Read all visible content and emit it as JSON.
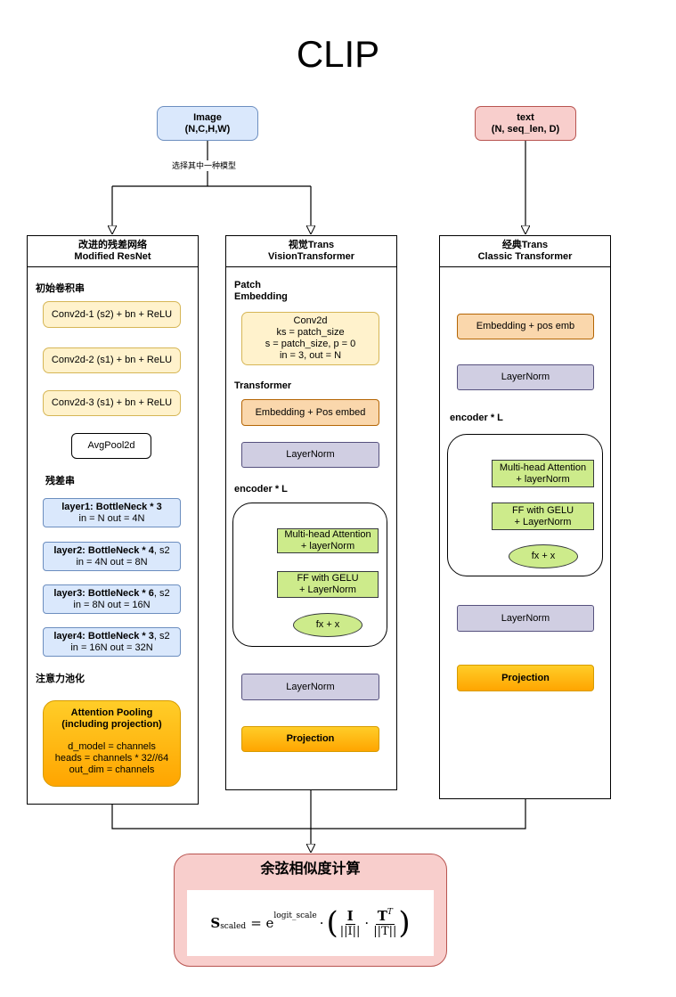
{
  "title": "CLIP",
  "inputs": {
    "image": {
      "line1": "Image",
      "line2": "(N,C,H,W)"
    },
    "text": {
      "line1": "text",
      "line2": "(N, seq_len, D)"
    },
    "choose_label": "选择其中一种模型"
  },
  "resnet": {
    "title_zh": "改进的残差网络",
    "title_en": "Modified ResNet",
    "section_stem": "初始卷积串",
    "conv1": "Conv2d-1 (s2) + bn + ReLU",
    "conv2": "Conv2d-2 (s1) + bn + ReLU",
    "conv3": "Conv2d-3 (s1) + bn + ReLU",
    "avgpool": "AvgPool2d",
    "section_res": "残差串",
    "layers": [
      {
        "name": "layer1: BottleNeck * 3",
        "suffix": "",
        "detail": "in = N out = 4N"
      },
      {
        "name": "layer2: BottleNeck * 4",
        "suffix": ", s2",
        "detail": "in = 4N out = 8N"
      },
      {
        "name": "layer3: BottleNeck * 6",
        "suffix": ", s2",
        "detail": "in = 8N out = 16N"
      },
      {
        "name": "layer4: BottleNeck * 3",
        "suffix": ", s2",
        "detail": "in = 16N out = 32N"
      }
    ],
    "section_attn": "注意力池化",
    "attn_title1": "Attention Pooling",
    "attn_title2": "(including projection)",
    "attn_line1": "d_model = channels",
    "attn_line2": "heads = channels * 32//64",
    "attn_line3": "out_dim = channels"
  },
  "vit": {
    "title_zh": "视觉Trans",
    "title_en": "VisionTransformer",
    "section_patch": "Patch\nEmbedding",
    "conv_line1": "Conv2d",
    "conv_line2": "ks = patch_size",
    "conv_line3": "s = patch_size, p = 0",
    "conv_line4": "in = 3, out = N",
    "section_transformer": "Transformer",
    "embedding": "Embedding + Pos embed",
    "layernorm1": "LayerNorm",
    "encoder_label": "encoder * L",
    "mha_line1": "Multi-head Attention",
    "mha_line2": "+ layerNorm",
    "ff_line1": "FF with GELU",
    "ff_line2": "+ LayerNorm",
    "residual": "fx + x",
    "layernorm2": "LayerNorm",
    "projection": "Projection"
  },
  "textenc": {
    "title_zh": "经典Trans",
    "title_en": "Classic Transformer",
    "embedding": "Embedding + pos emb",
    "layernorm1": "LayerNorm",
    "encoder_label": "encoder * L",
    "mha_line1": "Multi-head Attention",
    "mha_line2": "+ layerNorm",
    "ff_line1": "FF with GELU",
    "ff_line2": "+ LayerNorm",
    "residual": "fx + x",
    "layernorm2": "LayerNorm",
    "projection": "Projection"
  },
  "similarity": {
    "title": "余弦相似度计算",
    "formula_s": "S",
    "formula_sub": "scaled",
    "formula_eq": "= e",
    "formula_sup": "logit_scale",
    "formula_dot": "·",
    "formula_I": "I",
    "formula_normI": "||I||",
    "formula_T": "T",
    "formula_Tsup": "T",
    "formula_normT": "||T||"
  },
  "colors": {
    "input_blue": "#dae8fc",
    "input_pink": "#f8cecc",
    "conv_yellow": "#fff2cc",
    "layer_blue": "#dae8fc",
    "embed_orange": "#fad7ac",
    "layernorm_purple": "#d0cee2",
    "block_green": "#cdeb8b",
    "projection_gold": "#ffc20e"
  }
}
